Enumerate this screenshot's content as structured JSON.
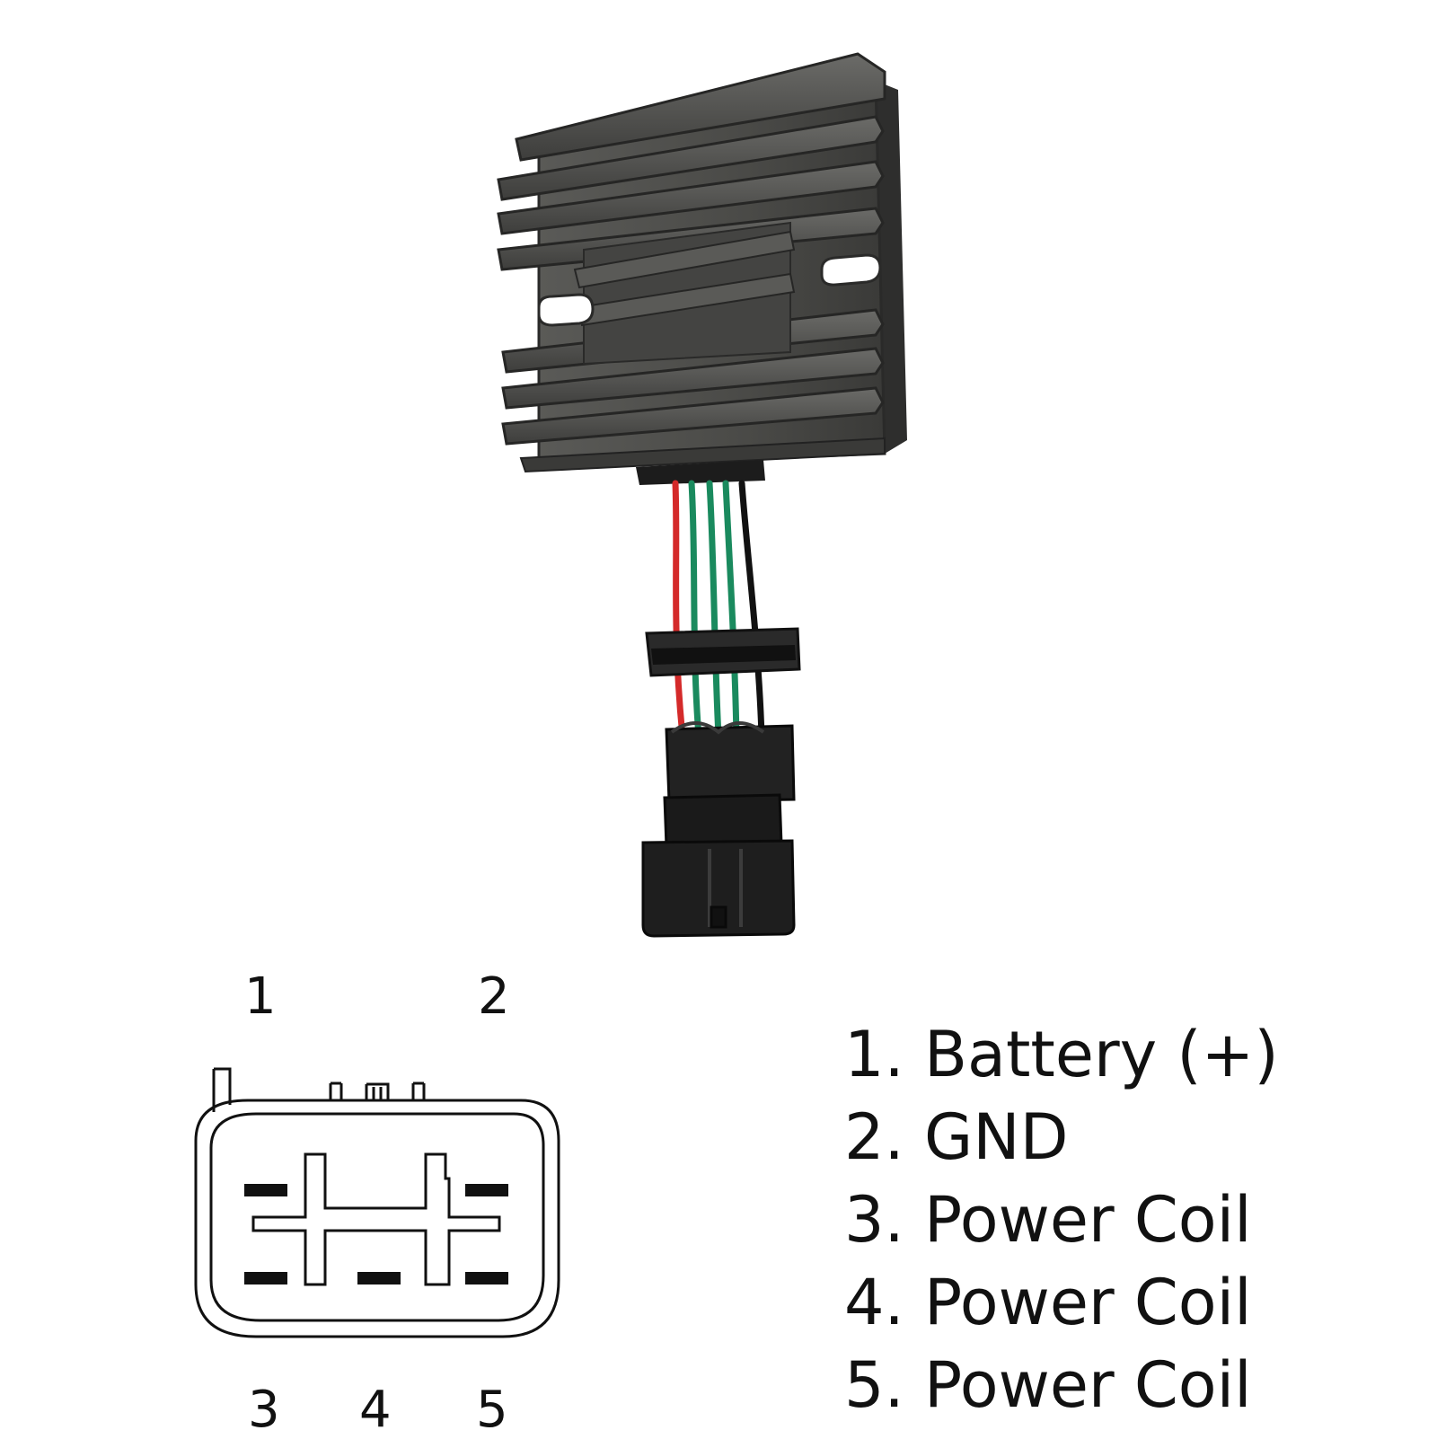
{
  "connector_diagram": {
    "top_pins": [
      "1",
      "2"
    ],
    "bottom_pins": [
      "3",
      "4",
      "5"
    ]
  },
  "legend": [
    "1. Battery (+)",
    "2. GND",
    "3. Power Coil",
    "4. Power Coil",
    "5. Power Coil"
  ],
  "wire_colors": {
    "red": "#d42a2a",
    "green": "#1a8a5e",
    "black": "#111111"
  },
  "regulator_body_color": "#4a4a48"
}
